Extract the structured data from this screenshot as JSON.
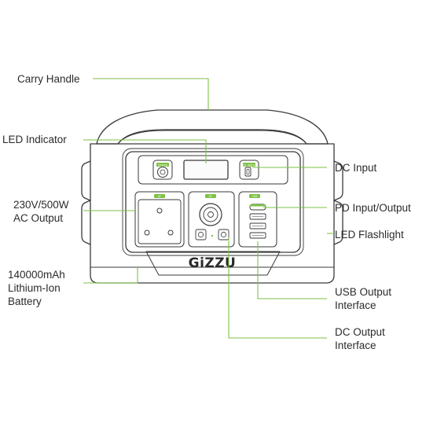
{
  "brand": "GiZZU",
  "accent_color": "#7dc243",
  "labels": {
    "carry_handle": "Carry Handle",
    "led_indicator": "LED Indicator",
    "ac_output_line1": "230V/500W",
    "ac_output_line2": "AC Output",
    "battery_line1": "140000mAh",
    "battery_line2": "Lithium-Ion",
    "battery_line3": "Battery",
    "dc_input": "DC Input",
    "pd_io": "PD Input/Output",
    "led_flashlight": "LED Flashlight",
    "usb_output_line1": "USB Output",
    "usb_output_line2": "Interface",
    "dc_output_line1": "DC Output",
    "dc_output_line2": "Interface"
  },
  "panel_tags": {
    "power": "POWER",
    "dc_input": "DC INPUT",
    "ac": "AC",
    "dc": "DC",
    "usb": "USB"
  }
}
